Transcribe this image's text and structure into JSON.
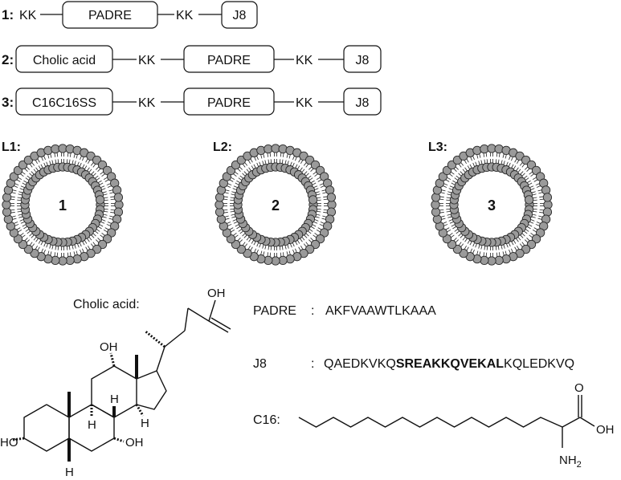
{
  "constructs": [
    {
      "label": "1:",
      "parts": [
        "KK",
        "PADRE",
        "KK",
        "J8"
      ]
    },
    {
      "label": "2:",
      "parts": [
        "Cholic acid",
        "KK",
        "PADRE",
        "KK",
        "J8"
      ]
    },
    {
      "label": "3:",
      "parts": [
        "C16C16SS",
        "KK",
        "PADRE",
        "KK",
        "J8"
      ]
    }
  ],
  "liposomes": [
    {
      "label": "L1:",
      "content": "1"
    },
    {
      "label": "L2:",
      "content": "2"
    },
    {
      "label": "L3:",
      "content": "3"
    }
  ],
  "cholic": {
    "title": "Cholic acid:",
    "oh_top": "OH",
    "oh_12": "OH",
    "oh_3": "HO",
    "oh_7": "OH",
    "h_8": "H",
    "h_9": "H",
    "h_14": "H",
    "h_5": "H"
  },
  "sequences": {
    "padre_label": "PADRE",
    "padre_sep": ":",
    "padre_seq": "AKFVAAWTLKAAA",
    "j8_label": "J8",
    "j8_sep": ":",
    "j8_pre": "QAEDKVKQ",
    "j8_bold": "SREAKKQVEKAL",
    "j8_post": "KQLEDKVQ"
  },
  "c16": {
    "label": "C16:",
    "oh": "OH",
    "o": "O",
    "nh2": "NH2"
  },
  "colors": {
    "ink": "#111111",
    "bead": "#9a9a9a",
    "bead_stroke": "#2a2a2a"
  }
}
